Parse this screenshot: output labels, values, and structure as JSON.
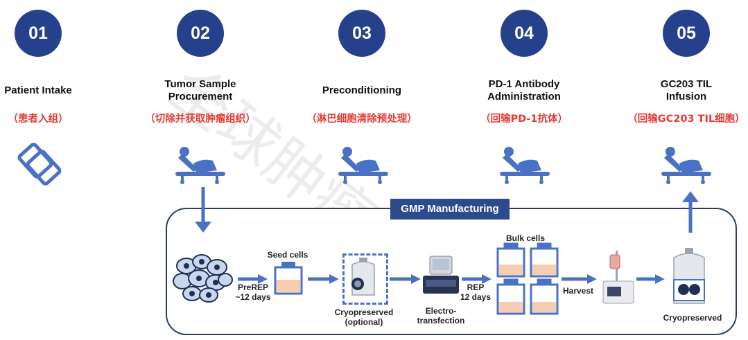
{
  "steps": [
    {
      "num": "01",
      "title_lines": [
        "Patient Intake"
      ],
      "subtitle": "（患者入组）"
    },
    {
      "num": "02",
      "title_lines": [
        "Tumor Sample",
        "Procurement"
      ],
      "subtitle": "（切除并获取肿瘤组织）"
    },
    {
      "num": "03",
      "title_lines": [
        "Preconditioning"
      ],
      "subtitle": "（淋巴细胞清除预处理）"
    },
    {
      "num": "04",
      "title_lines": [
        "PD-1 Antibody",
        "Administration"
      ],
      "subtitle": "（回输PD-1抗体）"
    },
    {
      "num": "05",
      "title_lines": [
        "GC203 TIL",
        "Infusion"
      ],
      "subtitle": "（回输GC203 TIL细胞）"
    }
  ],
  "gmp": {
    "title": "GMP Manufacturing",
    "seed_cells": "Seed cells",
    "prerep_line1": "PreREP",
    "prerep_line2": "~12 days",
    "cryo_optional_line1": "Cryopreserved",
    "cryo_optional_line2": "(optional)",
    "electro_line1": "Electro-",
    "electro_line2": "transfection",
    "rep_line1": "REP",
    "rep_line2": "12 days",
    "bulk_cells": "Bulk cells",
    "harvest": "Harvest",
    "cryo_final": "Cryopreserved"
  },
  "watermark": "全球肿瘤医讯",
  "colors": {
    "circle": "#26418c",
    "subtitle": "#e53a35",
    "arrow": "#4a72c4",
    "gmp_label": "#2c4a8c"
  }
}
